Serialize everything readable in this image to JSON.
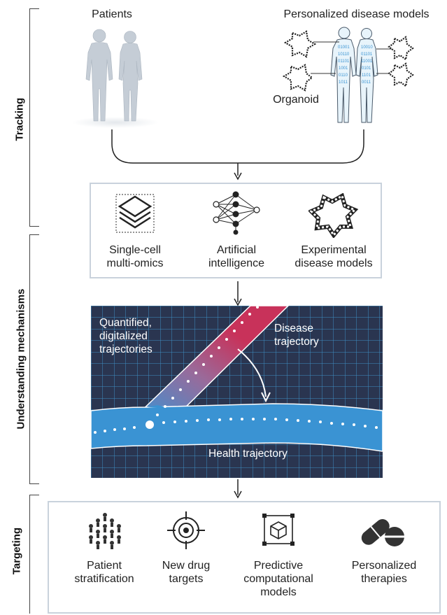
{
  "sections": {
    "tracking": "Tracking",
    "understanding": "Understanding mechanisms",
    "targeting": "Targeting"
  },
  "top": {
    "patients": "Patients",
    "models": "Personalized disease models",
    "organoid": "Organoid"
  },
  "methods": [
    {
      "line1": "Single-cell",
      "line2": "multi-omics",
      "icon": "layers-icon"
    },
    {
      "line1": "Artificial",
      "line2": "intelligence",
      "icon": "neural-network-icon"
    },
    {
      "line1": "Experimental",
      "line2": "disease models",
      "icon": "organoid-icon"
    }
  ],
  "trajectory": {
    "quantified": [
      "Quantified,",
      "digitalized",
      "trajectories"
    ],
    "disease": [
      "Disease",
      "trajectory"
    ],
    "health": "Health trajectory"
  },
  "targets": [
    {
      "lines": [
        "Patient",
        "stratification"
      ],
      "icon": "people-group-icon"
    },
    {
      "lines": [
        "New drug",
        "targets"
      ],
      "icon": "target-icon"
    },
    {
      "lines": [
        "Predictive",
        "computational",
        "models"
      ],
      "icon": "computational-model-icon"
    },
    {
      "lines": [
        "Personalized",
        "therapies"
      ],
      "icon": "pill-icon"
    }
  ],
  "colors": {
    "grid_bg": "#2a3550",
    "grid_line": "#3f8fc4",
    "health_band": "#3a93d3",
    "disease_band": "#c8325a",
    "body_grey": "#c5cdd6"
  }
}
